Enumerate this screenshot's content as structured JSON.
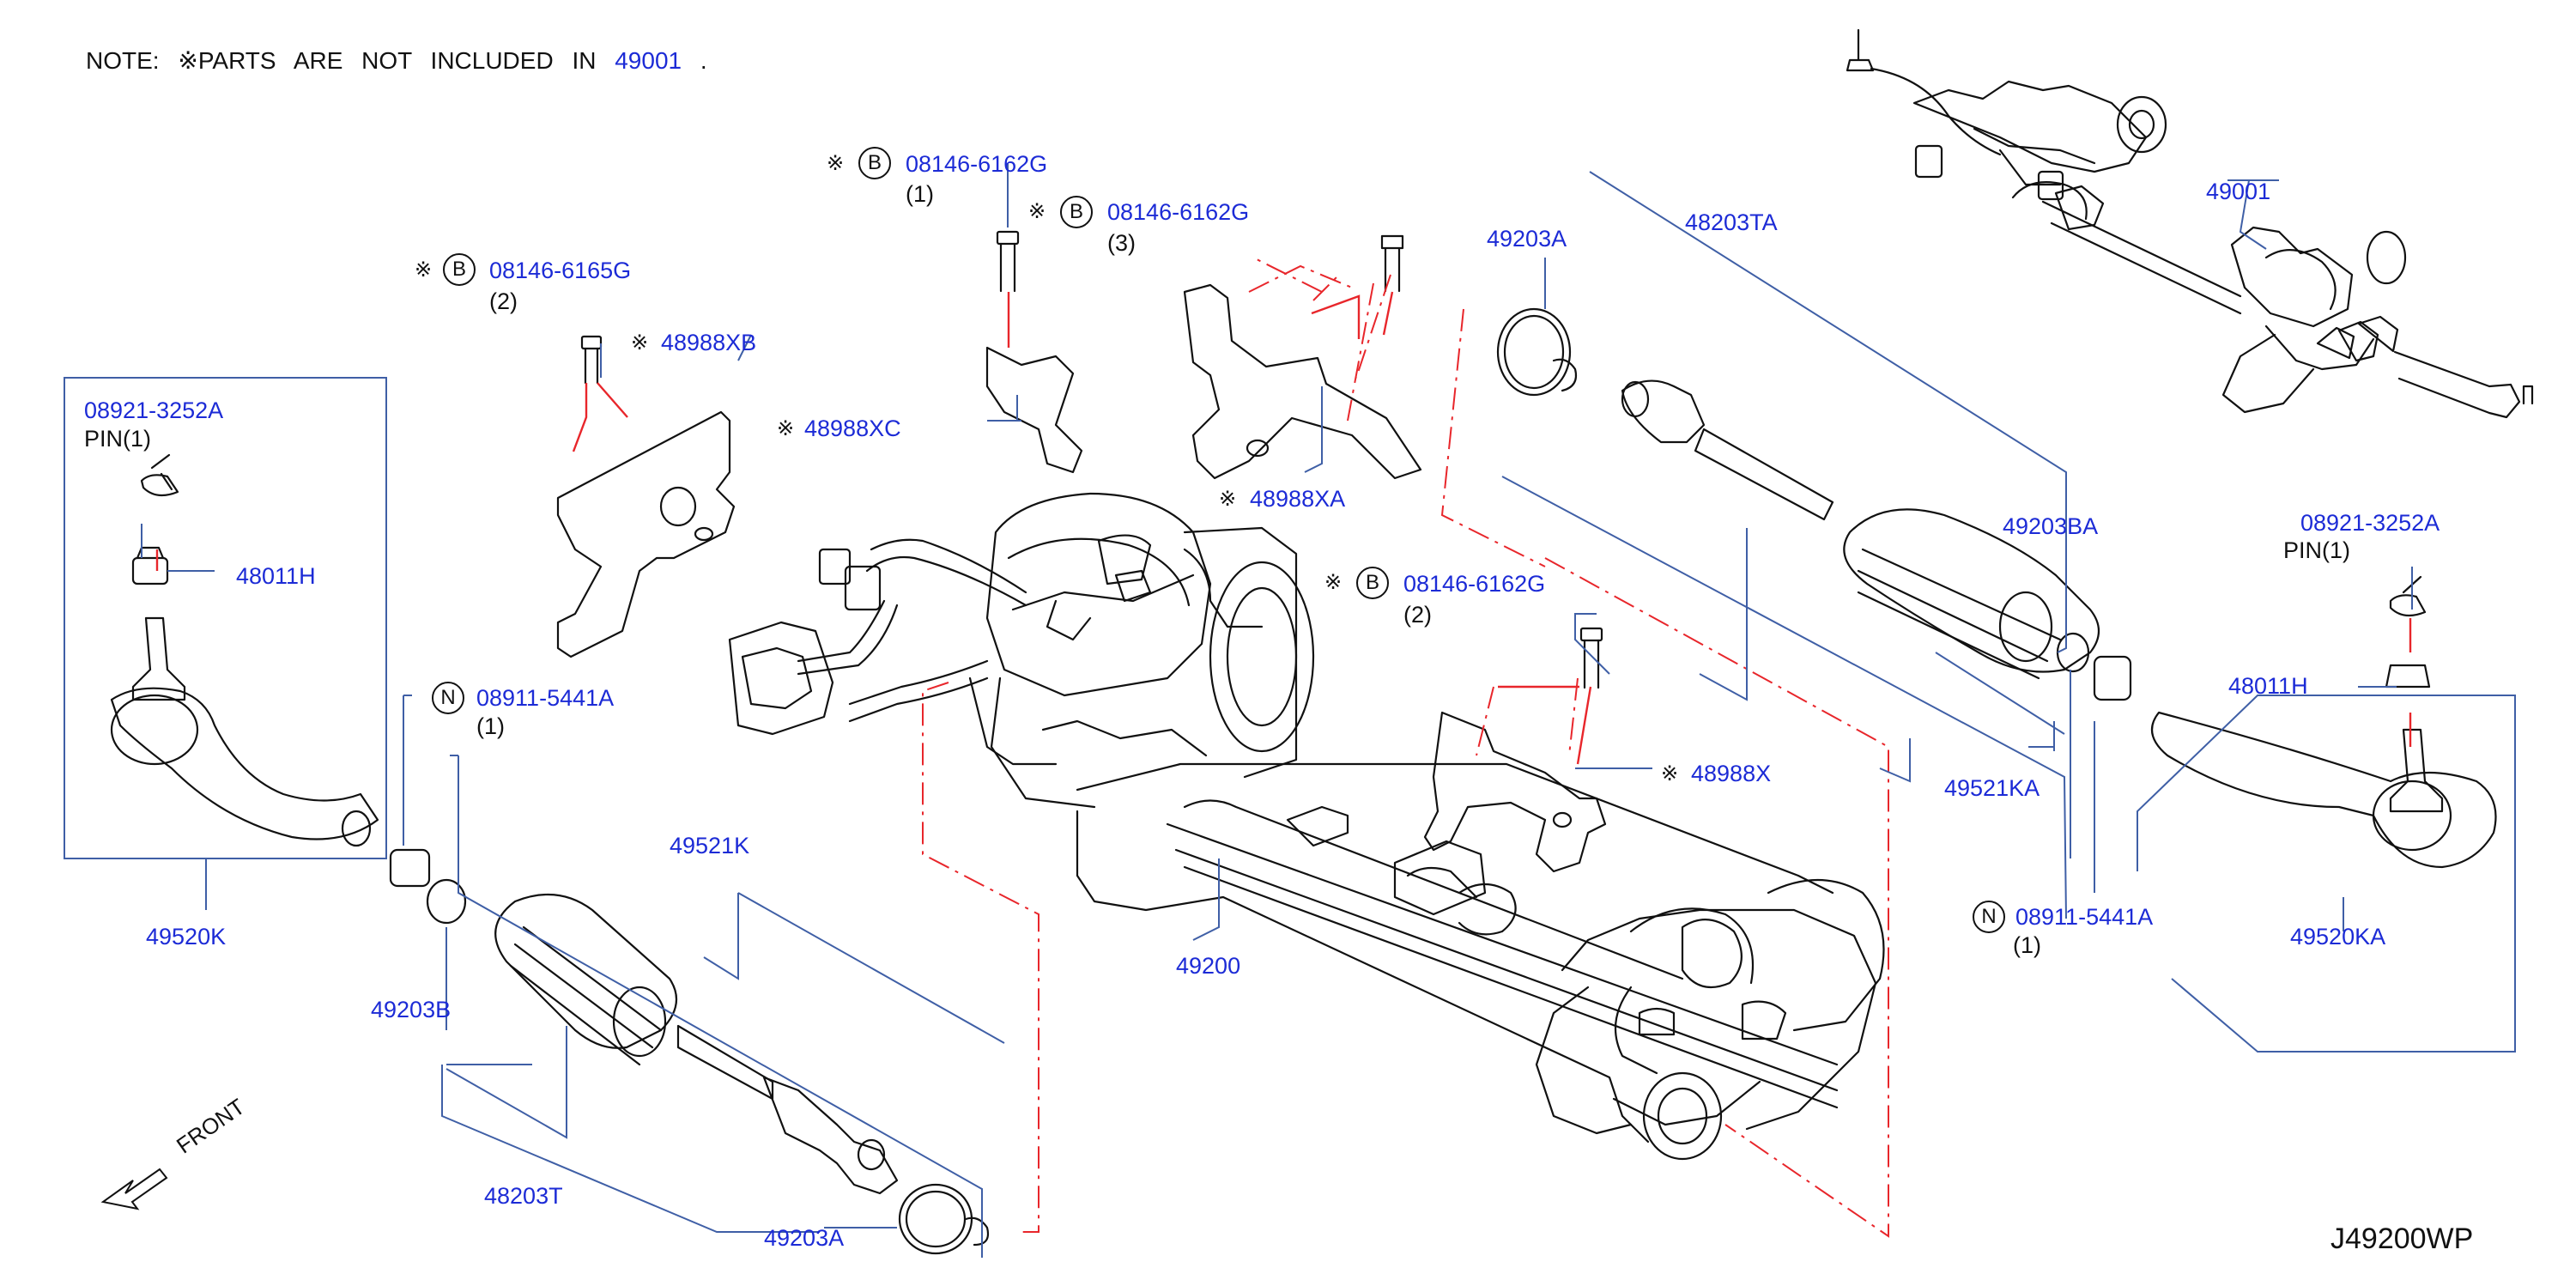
{
  "note": {
    "prefix": "NOTE:",
    "mark": "※",
    "text": "PARTS  ARE  NOT  INCLUDED  IN",
    "ref": "49001",
    "suffix": "."
  },
  "diagram_code": "J49200WP",
  "front_label": "FRONT",
  "symbols": {
    "asterisk": "※",
    "bolt_circle": "B",
    "nut_circle": "N"
  },
  "labels": {
    "p49001": "49001",
    "p49200": "49200",
    "p48203TA": "48203TA",
    "p48203T": "48203T",
    "p49203A_top": "49203A",
    "p49203A_bottom": "49203A",
    "p49203BA": "49203BA",
    "p49203B": "49203B",
    "p49521KA": "49521KA",
    "p49521K": "49521K",
    "p49520K": "49520K",
    "p49520KA": "49520KA",
    "p48011H_left": "48011H",
    "p48011H_right": "48011H",
    "pin_left_num": "08921-3252A",
    "pin_left_qty": "PIN(1)",
    "pin_right_num": "08921-3252A",
    "pin_right_qty": "PIN(1)",
    "nut_left_num": "08911-5441A",
    "nut_left_qty": "(1)",
    "nut_right_num": "08911-5441A",
    "nut_right_qty": "(1)",
    "bolt_a_num": "08146-6165G",
    "bolt_a_qty": "(2)",
    "bolt_b_num": "08146-6162G",
    "bolt_b_qty": "(1)",
    "bolt_c_num": "08146-6162G",
    "bolt_c_qty": "(3)",
    "bolt_d_num": "08146-6162G",
    "bolt_d_qty": "(2)",
    "p48988XB": "48988XB",
    "p48988XC": "48988XC",
    "p48988XA": "48988XA",
    "p48988X": "48988X"
  },
  "colors": {
    "part_label": "#1c2bd6",
    "leader": "#3f5fa6",
    "centerline": "#e8262b",
    "drawing": "#111111"
  }
}
